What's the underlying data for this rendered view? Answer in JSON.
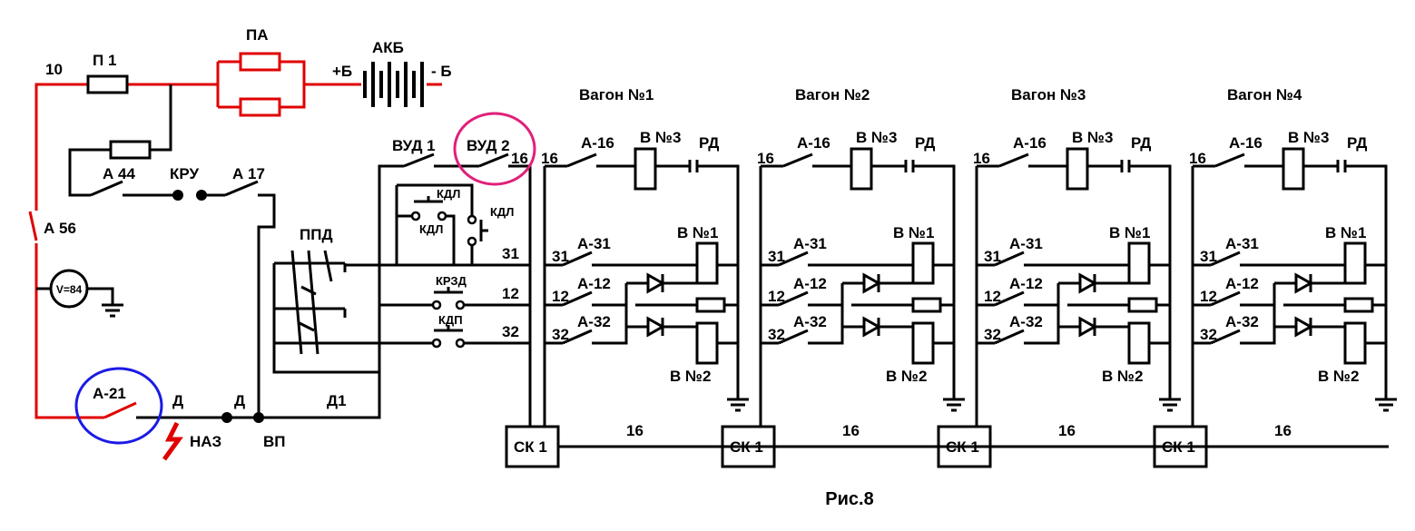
{
  "labels": {
    "w10": "10",
    "p1": "П 1",
    "pa": "ПА",
    "akb": "АКБ",
    "plus_b": "+Б",
    "minus_b": "- Б",
    "a44": "А 44",
    "kru": "КРУ",
    "a17": "А 17",
    "a56": "А 56",
    "voltmeter": "V=84",
    "a21": "А-21",
    "d_naz": "Д",
    "d_vp": "Д",
    "naz": "НАЗ",
    "vp": "ВП",
    "d1": "Д1",
    "ppd": "ППД",
    "vud1": "ВУД 1",
    "vud2": "ВУД 2",
    "w16": "16",
    "kdl_a": "КДЛ",
    "kdl_b": "КДЛ",
    "kdl_c": "КДЛ",
    "krzd": "КРЗД",
    "kdp": "КДП",
    "w31": "31",
    "w12": "12",
    "w32": "32",
    "figure": "Рис.8"
  },
  "wagon_common": {
    "a16": "А-16",
    "v3": "В №3",
    "rd": "РД",
    "w16": "16",
    "a31": "А-31",
    "a12": "А-12",
    "a32": "А-32",
    "w31": "31",
    "w12": "12",
    "w32": "32",
    "v1": "В №1",
    "v2": "В №2",
    "sk": "СК 1",
    "bus16": "16"
  },
  "wagons": [
    {
      "title": "Вагон №1"
    },
    {
      "title": "Вагон №2"
    },
    {
      "title": "Вагон №3"
    },
    {
      "title": "Вагон №4"
    }
  ],
  "colors": {
    "wire": "#000000",
    "power_wire": "#e00000",
    "vud2_highlight": "#e0207a",
    "a21_highlight": "#1a1ae6",
    "fault_mark": "#e00000"
  }
}
